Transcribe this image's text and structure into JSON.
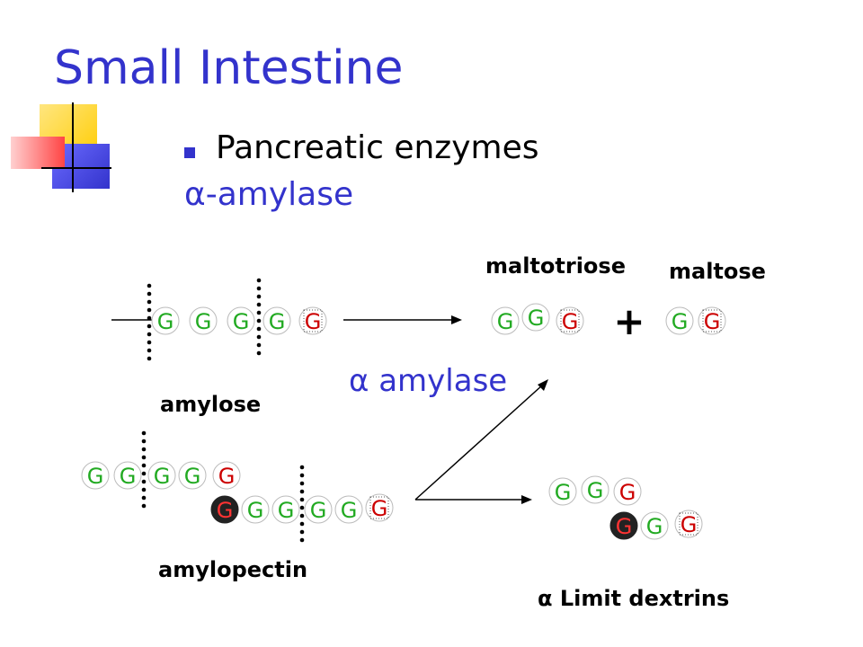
{
  "slide": {
    "title": "Small Intestine",
    "bullet": "Pancreatic enzymes",
    "heading": "α-amylase"
  },
  "labels": {
    "maltotriose": "maltotriose",
    "maltose": "maltose",
    "amylose": "amylose",
    "amylopectin": "amylopectin",
    "enzyme": "α amylase",
    "limit_dextrins": "α Limit dextrins",
    "plus": "+"
  },
  "glucose": {
    "letter": "G",
    "colors": {
      "text_green": "#22aa22",
      "text_red": "#cc0000",
      "reducing_end_text": "#cc0000",
      "branch_fill": "#222222",
      "branch_text": "#ff3333"
    }
  },
  "colors": {
    "title": "#3333cc",
    "bullet": "#3333cc",
    "deco_yellow": "#ffcc00",
    "deco_red": "#ff4444",
    "deco_blue": "#3333cc"
  }
}
